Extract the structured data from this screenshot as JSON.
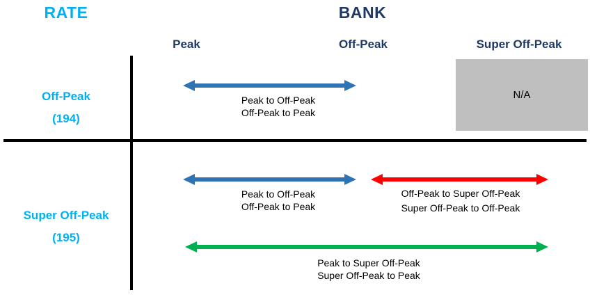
{
  "header": {
    "rate_title": "RATE",
    "bank_title": "BANK",
    "columns": [
      "Peak",
      "Off-Peak",
      "Super Off-Peak"
    ]
  },
  "rows": [
    {
      "label": "Off-Peak",
      "code": "(194)",
      "na": "N/A",
      "arrows": [
        {
          "id": "peak-to-off-peak",
          "color": "#2E74B5",
          "line1": "Peak to Off-Peak",
          "line2": "Off-Peak to Peak"
        }
      ]
    },
    {
      "label": "Super Off-Peak",
      "code": "(195)",
      "arrows": [
        {
          "id": "peak-to-off-peak",
          "color": "#2E74B5",
          "line1": "Peak to Off-Peak",
          "line2": "Off-Peak to Peak"
        },
        {
          "id": "off-peak-to-super-off-peak",
          "color": "#FF0000",
          "line1": "Off-Peak to Super Off-Peak",
          "line2": "Super Off-Peak to Off-Peak"
        },
        {
          "id": "peak-to-super-off-peak",
          "color": "#00B050",
          "line1": "Peak to Super Off-Peak",
          "line2": "Super Off-Peak to Peak"
        }
      ]
    }
  ],
  "colors": {
    "rate_accent": "#00B0F0",
    "header_navy": "#1F3864",
    "arrow_blue": "#2E74B5",
    "arrow_red": "#FF0000",
    "arrow_green": "#00B050",
    "na_background": "#BFBFBF",
    "line_black": "#000000"
  }
}
